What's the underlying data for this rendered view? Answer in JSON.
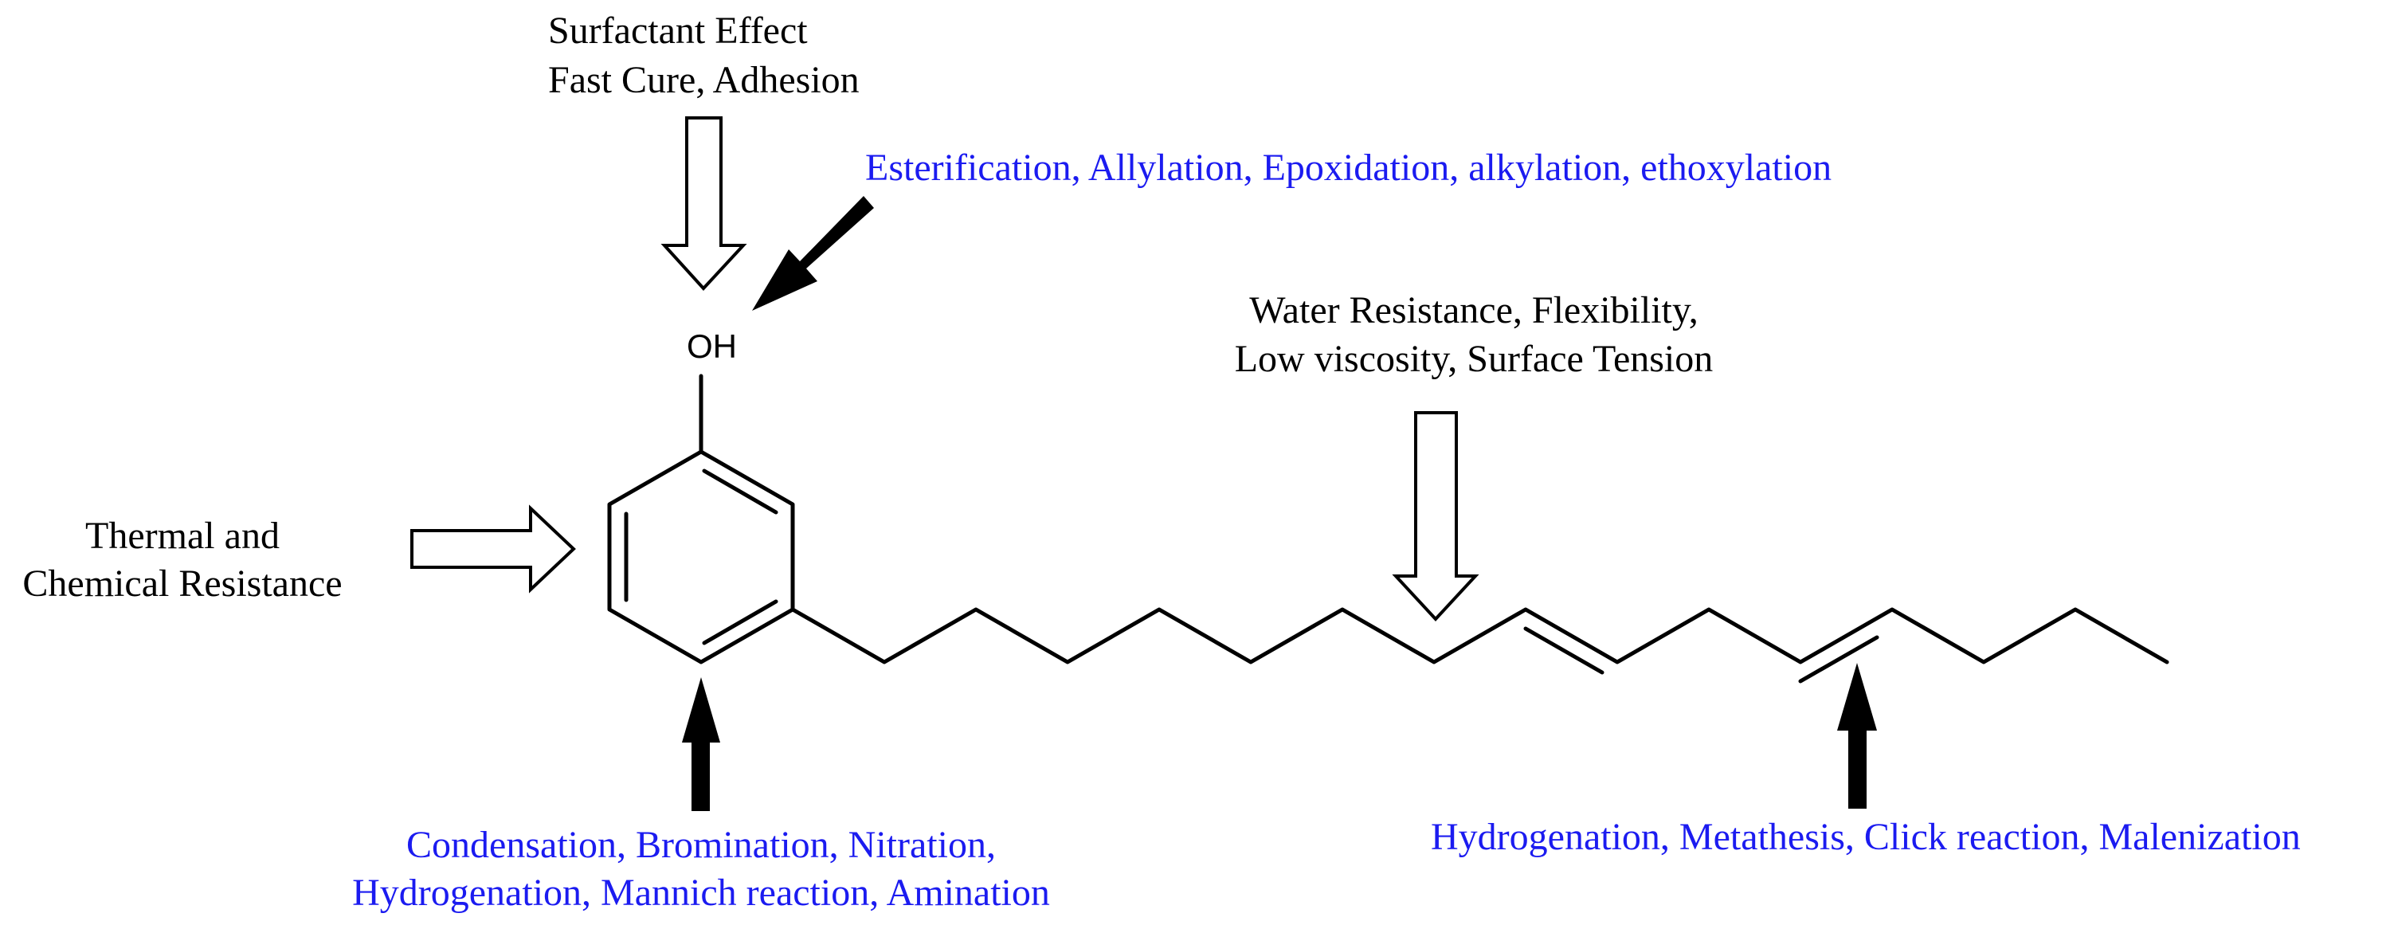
{
  "colors": {
    "property_text": "#000000",
    "reaction_text": "#1b1bf0",
    "structure": "#000000"
  },
  "molecule": {
    "hydroxyl_label": "OH"
  },
  "properties": {
    "top_line1": "Surfactant Effect",
    "top_line2": "Fast Cure, Adhesion",
    "left_line1": "Thermal and",
    "left_line2": "Chemical Resistance",
    "chain_line1": "Water Resistance, Flexibility,",
    "chain_line2": "Low viscosity, Surface Tension"
  },
  "reactions": {
    "hydroxyl": "Esterification, Allylation, Epoxidation, alkylation, ethoxylation",
    "ring_line1": "Condensation, Bromination, Nitration,",
    "ring_line2": "Hydrogenation, Mannich reaction, Amination",
    "double_bond": "Hydrogenation, Metathesis, Click reaction, Malenization"
  },
  "arrows": {
    "property_arrow_style": "hollow",
    "reaction_arrow_style": "solid"
  }
}
